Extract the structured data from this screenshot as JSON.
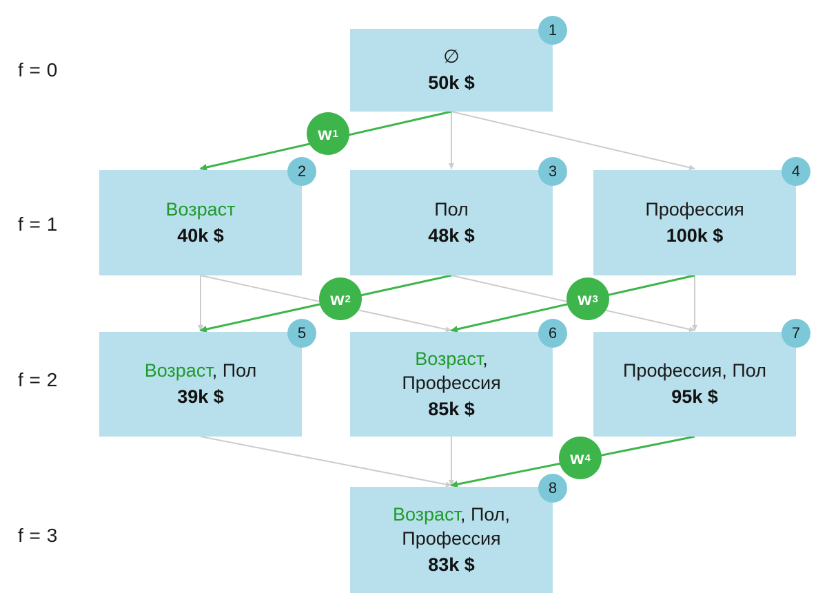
{
  "levels": [
    "f = 0",
    "f = 1",
    "f = 2",
    "f = 3"
  ],
  "nodes": [
    {
      "id": "1",
      "parts": [
        {
          "text": "∅",
          "hl": false
        }
      ],
      "value": "50k $"
    },
    {
      "id": "2",
      "parts": [
        {
          "text": "Возраст",
          "hl": true
        }
      ],
      "value": "40k $"
    },
    {
      "id": "3",
      "parts": [
        {
          "text": "Пол",
          "hl": false
        }
      ],
      "value": "48k $"
    },
    {
      "id": "4",
      "parts": [
        {
          "text": "Профессия",
          "hl": false
        }
      ],
      "value": "100k $"
    },
    {
      "id": "5",
      "parts": [
        {
          "text": "Возраст",
          "hl": true
        },
        {
          "text": ", Пол",
          "hl": false
        }
      ],
      "value": "39k $"
    },
    {
      "id": "6",
      "parts": [
        {
          "text": "Возраст",
          "hl": true
        },
        {
          "text": ",",
          "hl": false
        },
        {
          "br": true
        },
        {
          "text": "Профессия",
          "hl": false
        }
      ],
      "value": "85k $"
    },
    {
      "id": "7",
      "parts": [
        {
          "text": "Профессия, Пол",
          "hl": false
        }
      ],
      "value": "95k $"
    },
    {
      "id": "8",
      "parts": [
        {
          "text": "Возраст",
          "hl": true
        },
        {
          "text": ", Пол,",
          "hl": false
        },
        {
          "br": true
        },
        {
          "text": "Профессия",
          "hl": false
        }
      ],
      "value": "83k $"
    }
  ],
  "weights": [
    {
      "base": "w",
      "sub": "1"
    },
    {
      "base": "w",
      "sub": "2"
    },
    {
      "base": "w",
      "sub": "3"
    },
    {
      "base": "w",
      "sub": "4"
    }
  ],
  "colors": {
    "node_fill": "#b8e0ec",
    "badge_fill": "#7cc8d8",
    "highlight_text": "#1f9a2b",
    "weight_fill": "#3db54a",
    "green_edge": "#3db54a",
    "gray_edge": "#cccccc"
  }
}
